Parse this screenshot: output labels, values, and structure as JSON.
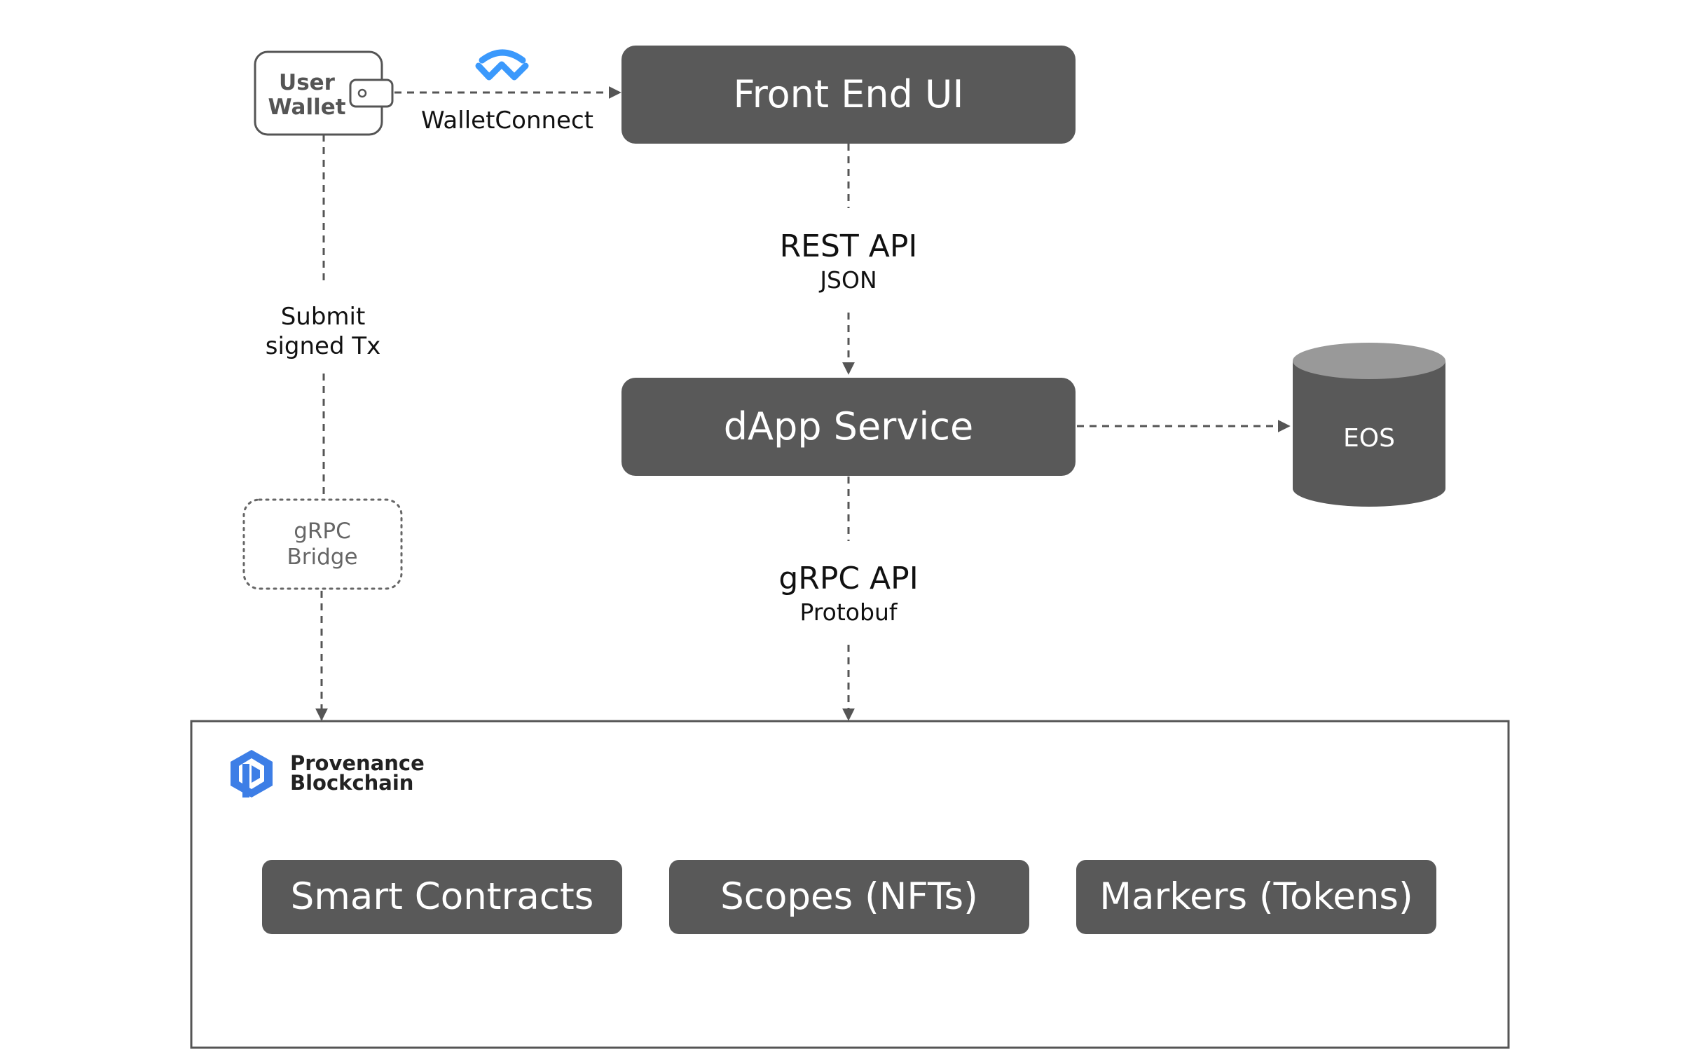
{
  "nodes": {
    "user_wallet": {
      "line1": "User",
      "line2": "Wallet"
    },
    "front_end": "Front End UI",
    "dapp_service": "dApp Service",
    "eos": "EOS",
    "grpc_bridge": {
      "line1": "gRPC",
      "line2": "Bridge"
    }
  },
  "edges": {
    "walletconnect": "WalletConnect",
    "submit": {
      "line1": "Submit",
      "line2": "signed Tx"
    },
    "rest": {
      "title": "REST API",
      "subtitle": "JSON"
    },
    "grpc": {
      "title": "gRPC API",
      "subtitle": "Protobuf"
    }
  },
  "blockchain": {
    "brand_line1": "Provenance",
    "brand_line2": "Blockchain",
    "modules": [
      "Smart Contracts",
      "Scopes (NFTs)",
      "Markers (Tokens)"
    ]
  },
  "colors": {
    "box": "#595959",
    "line": "#555555",
    "brand": "#3D7EE6",
    "walletconnect": "#3B99FC"
  },
  "icons": {
    "walletconnect": "walletconnect-icon",
    "wallet": "wallet-icon",
    "provenance": "provenance-logo-icon",
    "database": "database-icon"
  }
}
